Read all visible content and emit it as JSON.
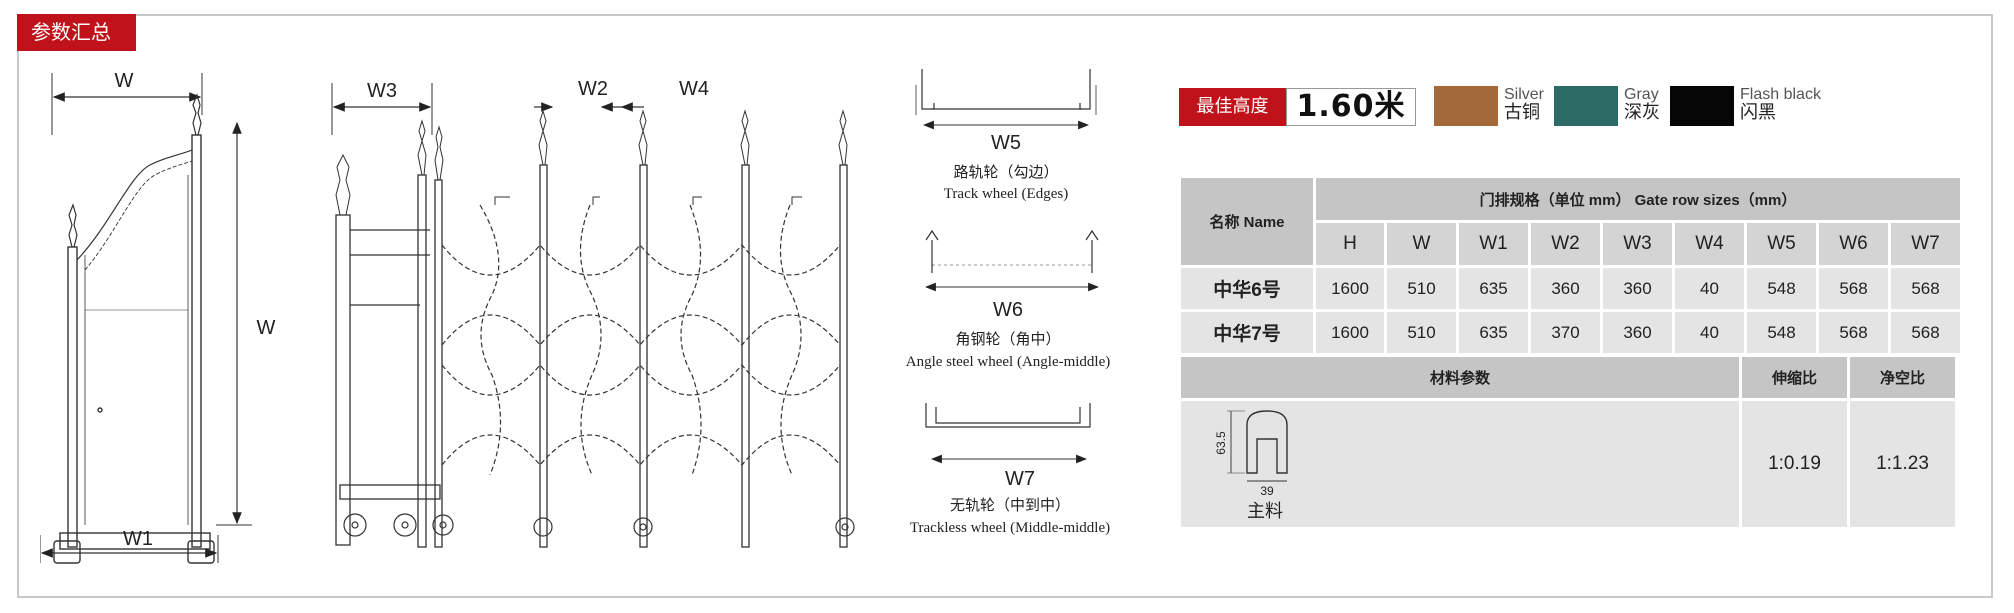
{
  "section": {
    "title": "参数汇总"
  },
  "drawing": {
    "labels": {
      "w_top": "W",
      "w_side": "W",
      "w1": "W1",
      "w2": "W2",
      "w3": "W3",
      "w4": "W4",
      "w5": "W5",
      "w6": "W6",
      "w7": "W7"
    },
    "wheels": [
      {
        "dim": "W5",
        "cn": "路轨轮（勾边）",
        "en": "Track wheel (Edges)"
      },
      {
        "dim": "W6",
        "cn": "角钢轮（角中）",
        "en": "Angle steel wheel (Angle-middle)"
      },
      {
        "dim": "W7",
        "cn": "无轨轮（中到中）",
        "en": "Trackless wheel (Middle-middle)"
      }
    ]
  },
  "height": {
    "label": "最佳高度",
    "value": "1.60米"
  },
  "colors": [
    {
      "en": "Silver",
      "cn": "古铜",
      "hex": "#a4693a"
    },
    {
      "en": "Gray",
      "cn": "深灰",
      "hex": "#2c6a66"
    },
    {
      "en": "Flash black",
      "cn": "闪黑",
      "hex": "#050505"
    }
  ],
  "sizes": {
    "name_header": "名称 Name",
    "group_header": "门排规格（单位 mm） Gate row sizes（mm）",
    "columns": [
      "H",
      "W",
      "W1",
      "W2",
      "W3",
      "W4",
      "W5",
      "W6",
      "W7"
    ],
    "rows": [
      {
        "name": "中华6号",
        "values": [
          "1600",
          "510",
          "635",
          "360",
          "360",
          "40",
          "548",
          "568",
          "568"
        ]
      },
      {
        "name": "中华7号",
        "values": [
          "1600",
          "510",
          "635",
          "370",
          "360",
          "40",
          "548",
          "568",
          "568"
        ]
      }
    ]
  },
  "material": {
    "header": "材料参数",
    "ratio_header": "伸缩比",
    "clear_header": "净空比",
    "profile_height": "63.5",
    "profile_width": "39",
    "profile_name": "主料",
    "ratio": "1:0.19",
    "clear": "1:1.23"
  }
}
